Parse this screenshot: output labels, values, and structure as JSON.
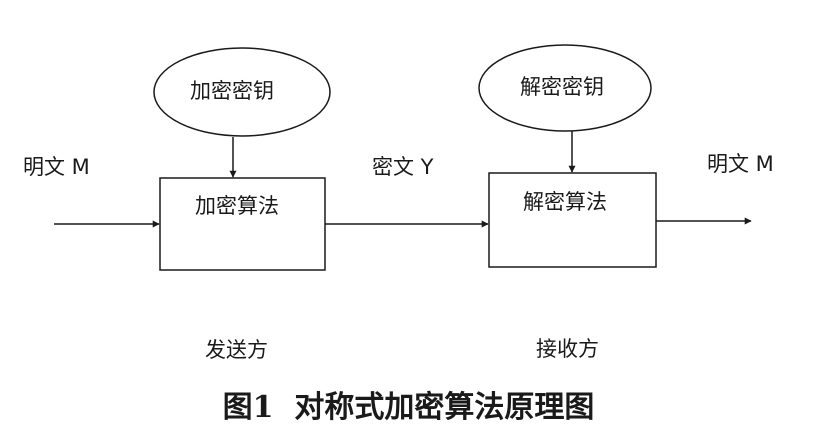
{
  "diagram": {
    "encryption_key": "加密密钥",
    "decryption_key": "解密密钥",
    "encryption_algorithm": "加密算法",
    "decryption_algorithm": "解密算法",
    "plaintext_in": "明文 M",
    "ciphertext": "密文 Y",
    "plaintext_out": "明文 M",
    "sender": "发送方",
    "receiver": "接收方"
  },
  "caption": {
    "prefix": "图",
    "number": "1",
    "title": "对称式加密算法原理图"
  }
}
